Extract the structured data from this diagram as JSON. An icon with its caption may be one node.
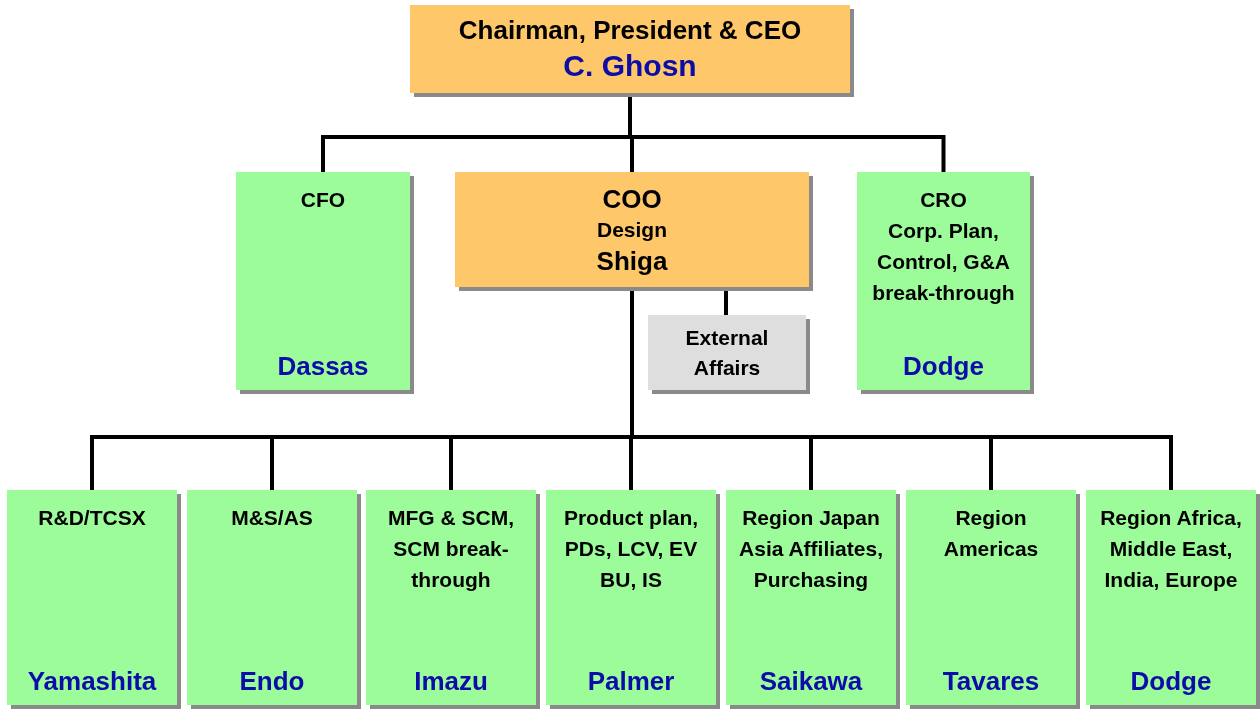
{
  "diagram": {
    "nodes": [
      {
        "text": [
          "Chairman, President & CEO",
          "C. Ghosn"
        ]
      },
      {
        "text": [
          "CFO",
          "Dassas"
        ]
      },
      {
        "text": [
          "COO",
          "Design",
          "Shiga"
        ]
      },
      {
        "text": [
          "External Affairs"
        ]
      },
      {
        "text": [
          "CRO",
          "Corp. Plan, Control, G&A break-through",
          "Dodge"
        ]
      },
      {
        "text": [
          "R&D/TCSX",
          "Yamashita"
        ]
      },
      {
        "text": [
          "M&S/AS",
          "Endo"
        ]
      },
      {
        "text": [
          "MFG & SCM, SCM break-through",
          "Imazu"
        ]
      },
      {
        "text": [
          "Product plan, PDs, LCV, EV BU, IS",
          "Palmer"
        ]
      },
      {
        "text": [
          "Region Japan Asia Affiliates, Purchasing",
          "Saikawa"
        ]
      },
      {
        "text": [
          "Region Americas",
          "Tavares"
        ]
      },
      {
        "text": [
          "Region Africa, Middle East, India, Europe",
          "Dodge"
        ]
      }
    ],
    "edges": [
      {
        "from": 0,
        "to": 1,
        "arrow": "none"
      },
      {
        "from": 0,
        "to": 2,
        "arrow": "none"
      },
      {
        "from": 0,
        "to": 4,
        "arrow": "none"
      },
      {
        "from": 2,
        "to": 3,
        "arrow": "none"
      },
      {
        "from": 2,
        "to": 5,
        "arrow": "none"
      },
      {
        "from": 2,
        "to": 6,
        "arrow": "none"
      },
      {
        "from": 2,
        "to": 7,
        "arrow": "none"
      },
      {
        "from": 2,
        "to": 8,
        "arrow": "none"
      },
      {
        "from": 2,
        "to": 9,
        "arrow": "none"
      },
      {
        "from": 2,
        "to": 10,
        "arrow": "none"
      },
      {
        "from": 2,
        "to": 11,
        "arrow": "none"
      }
    ]
  }
}
